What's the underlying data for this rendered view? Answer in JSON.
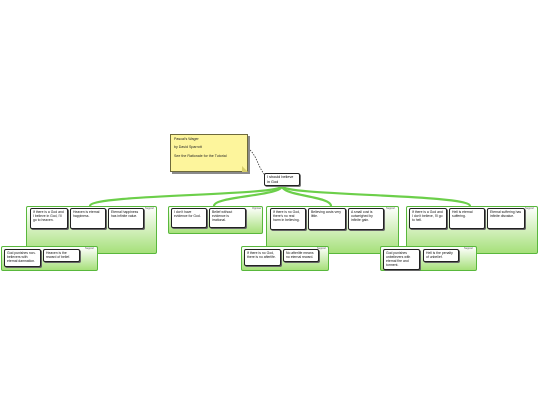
{
  "note": {
    "line1": "Pascal's Wager",
    "line2": "by David Sparrott",
    "line3": "See the Rationale for the Tutorial"
  },
  "root": {
    "label": "I should believe in God"
  },
  "branches": [
    {
      "tag": "Support",
      "cards": [
        "If there is a God and I believe in God, I'll go to heaven.",
        "Heaven is eternal happiness.",
        "Eternal happiness has infinite value."
      ]
    },
    {
      "tag": "Oppose",
      "cards": [
        "I don't have evidence for God.",
        "Belief without evidence is irrational."
      ]
    },
    {
      "tag": "Support",
      "cards": [
        "If there is no God, there's no real harm in believing.",
        "Believing costs very little.",
        "A small cost is outweighed by infinite gain."
      ]
    },
    {
      "tag": "Support",
      "cards": [
        "If there is a God and I don't believe, I'll go to hell.",
        "Hell is eternal suffering.",
        "Eternal suffering has infinite disvalue."
      ]
    }
  ],
  "subs": [
    {
      "tag": "Support",
      "cards": [
        "God punishes non-believers with eternal damnation.",
        "Heaven is the reward of belief."
      ]
    },
    {
      "tag": "Support",
      "cards": [
        "If there is no God, there is no afterlife.",
        "No afterlife means no eternal reward."
      ]
    },
    {
      "tag": "Support",
      "cards": [
        "God punishes unbelievers with eternal fire and torment.",
        "Hell is the penalty of unbelief."
      ]
    }
  ]
}
